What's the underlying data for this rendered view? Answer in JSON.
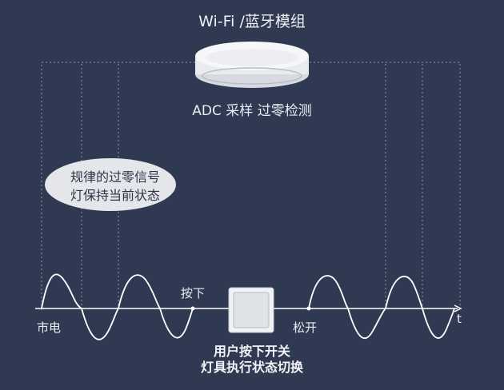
{
  "module": {
    "title": "Wi-Fi /蓝牙模组",
    "adc_label": "ADC 采样  过零检测"
  },
  "bubble": {
    "line1": "规律的过零信号",
    "line2": "灯保持当前状态"
  },
  "signal": {
    "mains_label": "市电",
    "press_label": "按下",
    "release_label": "松开",
    "time_label": "t"
  },
  "caption": {
    "line1": "用户按下开关",
    "line2": "灯具执行状态切换"
  },
  "colors": {
    "background": "#2f3a52",
    "line": "#ffffff",
    "bubble": "#e4e6ea",
    "dashed": "#8f97a8"
  }
}
